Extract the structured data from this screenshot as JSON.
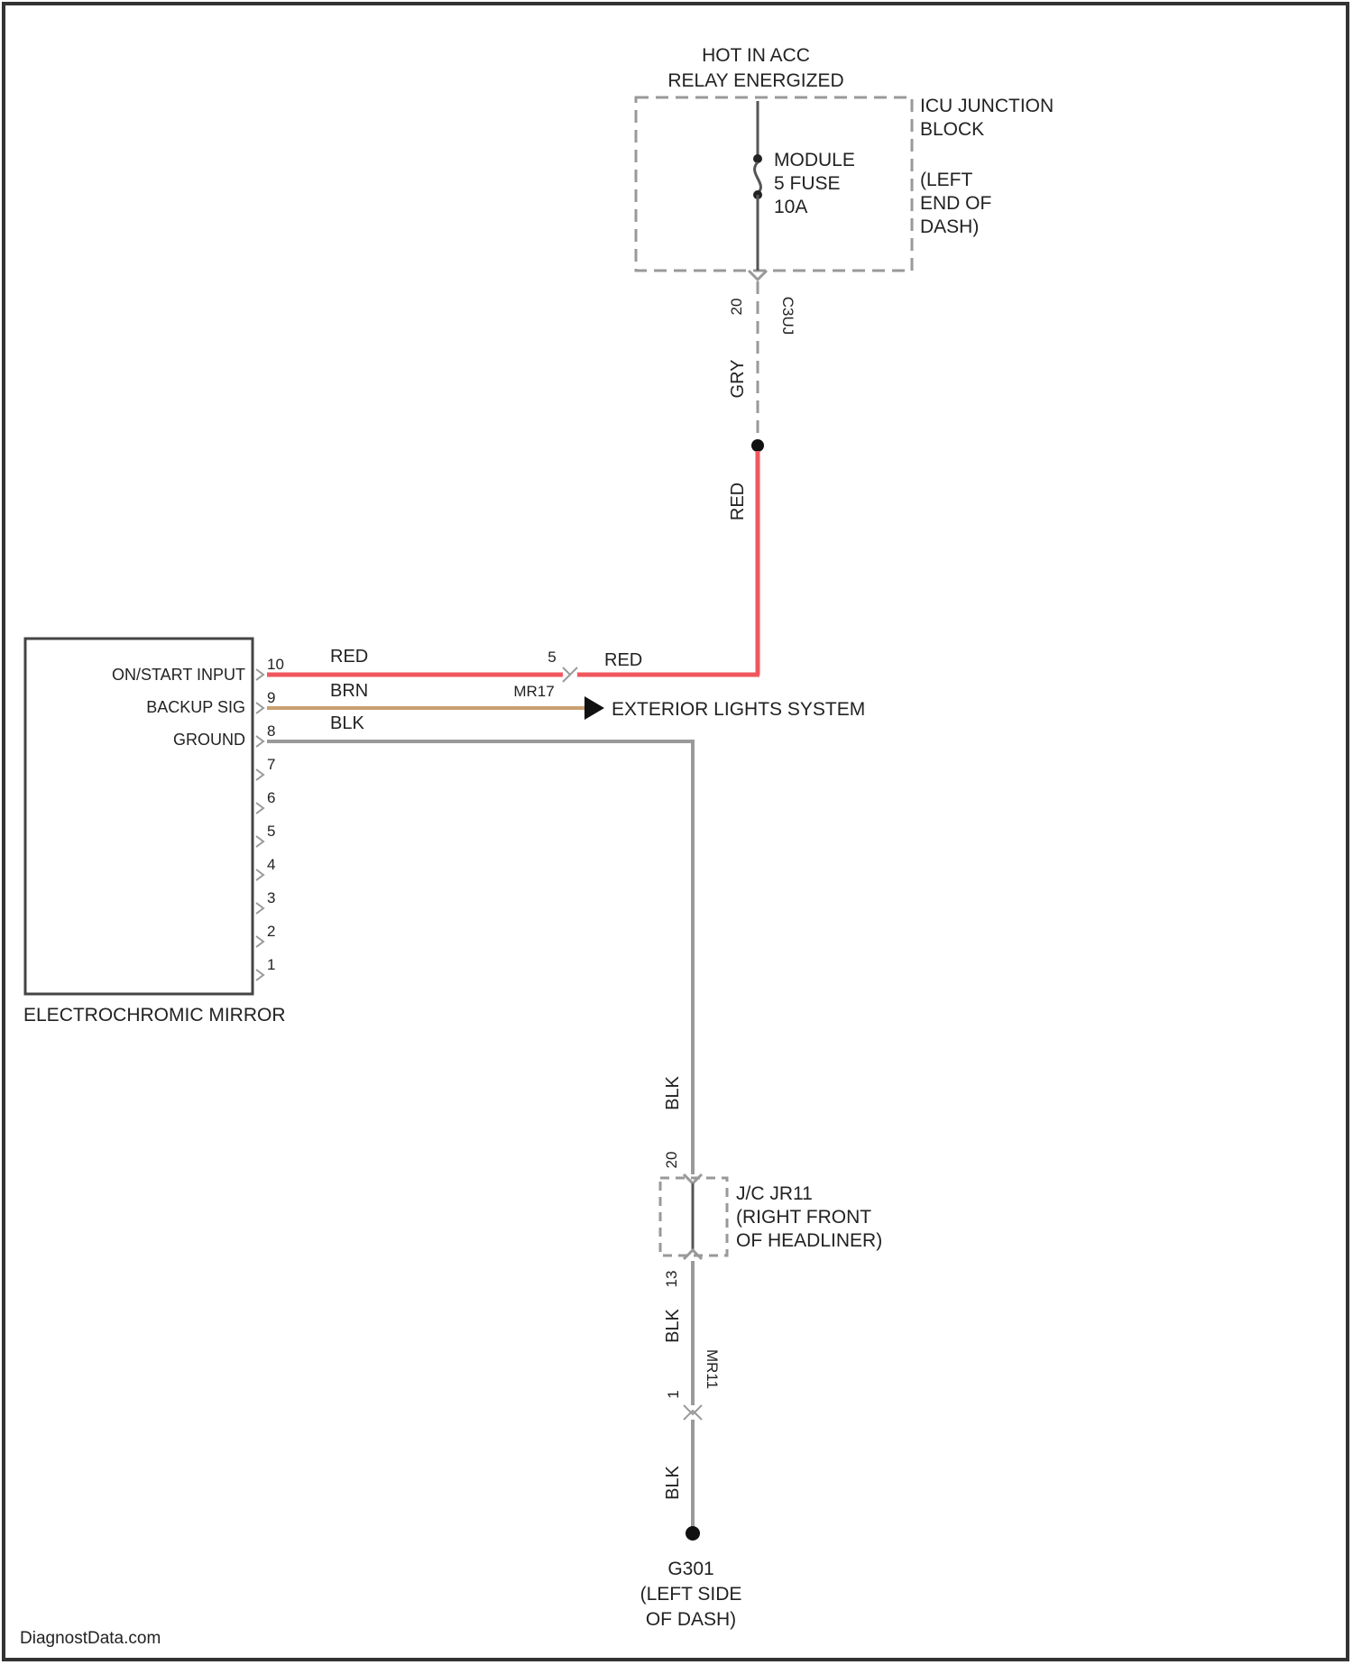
{
  "fuse_block": {
    "header_line1": "HOT IN ACC",
    "header_line2": "RELAY ENERGIZED",
    "name_line1": "ICU JUNCTION",
    "name_line2": "BLOCK",
    "location_line1": "(LEFT",
    "location_line2": "END OF",
    "location_line3": "DASH)",
    "fuse_line1": "MODULE",
    "fuse_line2": "5 FUSE",
    "fuse_line3": "10A",
    "out_pin": "20",
    "connector": "C3UJ"
  },
  "wires": {
    "gry": "GRY",
    "red_vertical": "RED",
    "red_top": "RED",
    "red_right": "RED",
    "brn": "BRN",
    "blk_top": "BLK",
    "blk_vertical_1": "BLK",
    "blk_vertical_2": "BLK",
    "blk_vertical_3": "BLK"
  },
  "mirror": {
    "name": "ELECTROCHROMIC MIRROR",
    "pin_labels": [
      "ON/START INPUT",
      "BACKUP SIG",
      "GROUND"
    ],
    "pin_numbers": [
      "10",
      "9",
      "8",
      "7",
      "6",
      "5",
      "4",
      "3",
      "2",
      "1"
    ]
  },
  "inline_connector": {
    "pin": "5",
    "name": "MR17"
  },
  "exterior": {
    "label": "EXTERIOR LIGHTS SYSTEM"
  },
  "joint_connector": {
    "line1": "J/C JR11",
    "line2": "(RIGHT FRONT",
    "line3": "OF HEADLINER)",
    "top_pin": "20",
    "bottom_pin": "13"
  },
  "lower_connector": {
    "pin": "1",
    "name": "MR11"
  },
  "ground": {
    "line1": "G301",
    "line2": "(LEFT SIDE",
    "line3": "OF DASH)"
  },
  "footer": {
    "watermark": "DiagnostData.com"
  },
  "colors": {
    "red_wire": "#f0565e",
    "brown_wire": "#c8a070",
    "black_wire": "#9a9a9a",
    "line": "#555555",
    "dash": "#999999"
  }
}
